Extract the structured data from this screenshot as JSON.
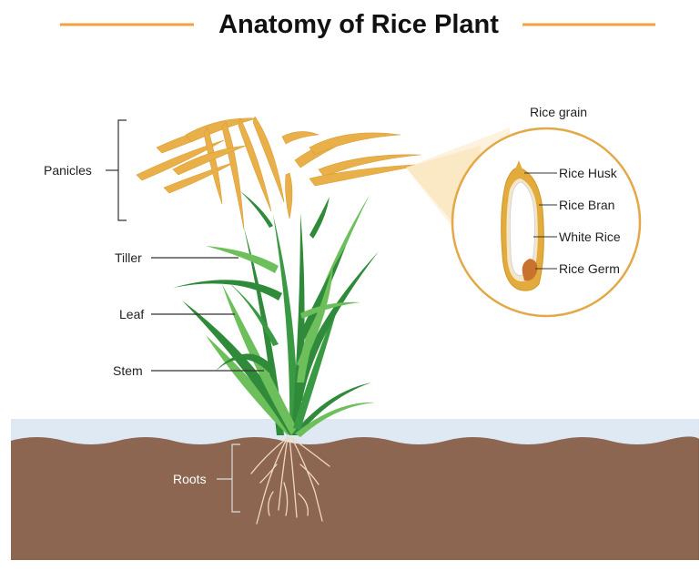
{
  "title": "Anatomy of Rice Plant",
  "colors": {
    "accent_line": "#f0a040",
    "water": "#dfe9f4",
    "soil": "#8c6650",
    "panicle": "#e9b04a",
    "leaf_dark": "#2f8a3a",
    "leaf_light": "#6cbf5a",
    "zoom_cone": "#fbe9c6",
    "callout_border": "#e3a848",
    "husk": "#e3ab3c",
    "germ": "#c8722e"
  },
  "plant_labels": {
    "panicles": "Panicles",
    "tiller": "Tiller",
    "leaf": "Leaf",
    "stem": "Stem",
    "roots": "Roots"
  },
  "callout": {
    "title": "Rice grain",
    "husk": "Rice Husk",
    "bran": "Rice Bran",
    "white": "White Rice",
    "germ": "Rice Germ"
  }
}
